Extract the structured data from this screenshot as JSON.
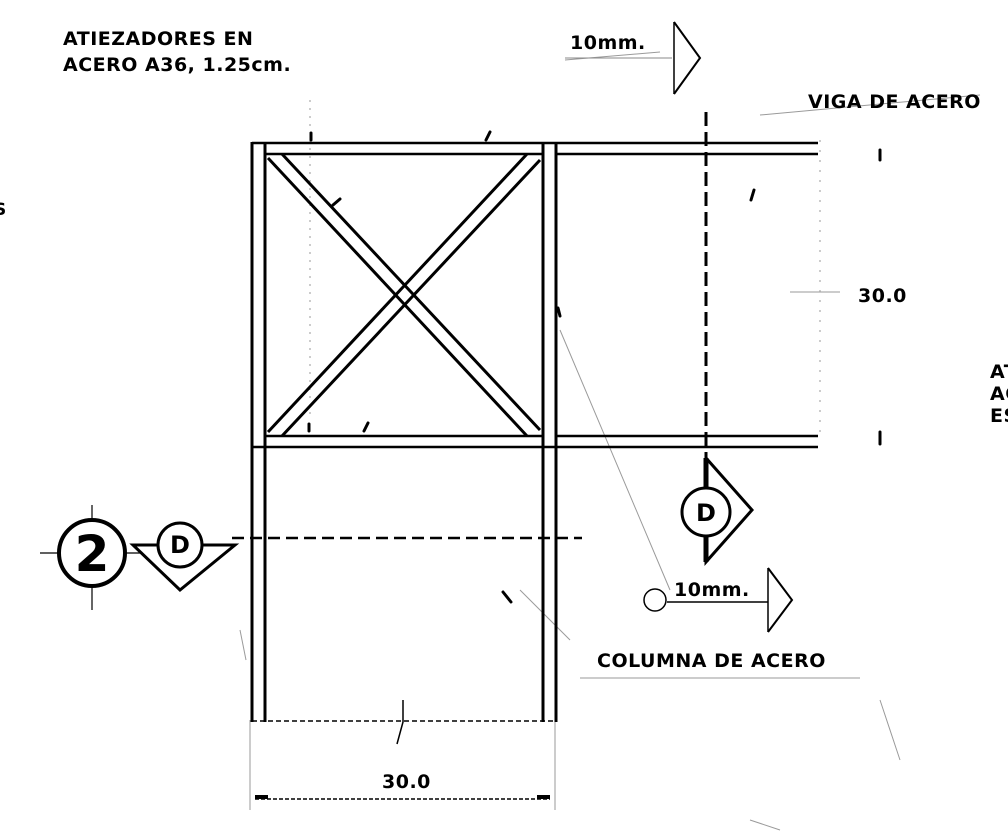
{
  "labels": {
    "stiffeners_line1": "ATIEZADORES EN",
    "stiffeners_line2": "ACERO A36, 1.25cm.",
    "weld_top": "10mm.",
    "beam": "VIGA DE ACERO",
    "dim_vertical": "30.0",
    "dim_horizontal": "30.0",
    "weld_bottom": "10mm.",
    "column": "COLUMNA DE ACERO",
    "right_cut_1": "AT",
    "right_cut_2": "AC",
    "right_cut_3": "ES",
    "left_cut": "S"
  },
  "section_markers": {
    "grid_number": "2",
    "detail_left": "D",
    "detail_right": "D"
  },
  "colors": {
    "line": "#000000",
    "background": "#ffffff",
    "faint": "#999999"
  }
}
